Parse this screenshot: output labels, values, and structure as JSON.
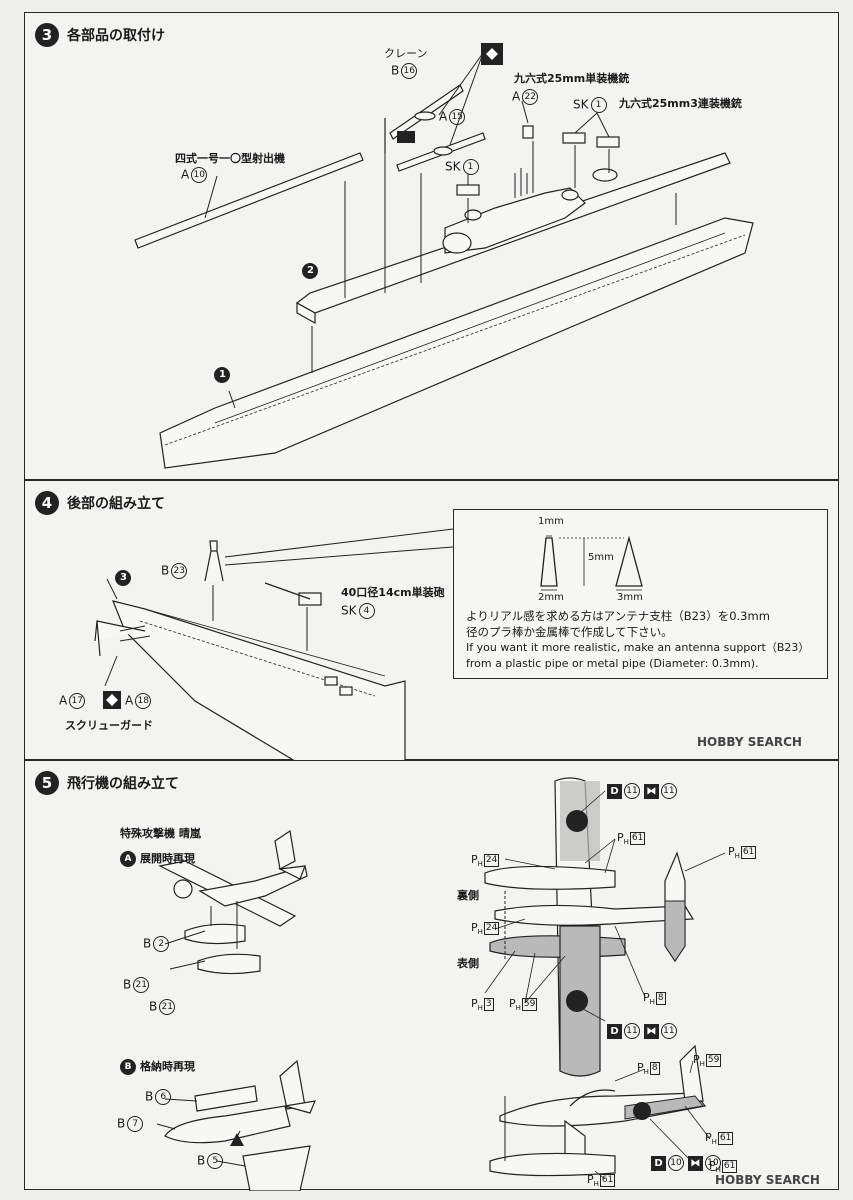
{
  "step3": {
    "number": "3",
    "title": "各部品の取付け",
    "labels": {
      "crane_name": "クレーン",
      "crane_part": "B",
      "crane_num": "16",
      "a15_part": "A",
      "a15_num": "15",
      "gun_single_name": "九六式25mm単装機銃",
      "a22_part": "A",
      "a22_num": "22",
      "sk1_right_part": "SK",
      "sk1_right_num": "1",
      "gun_triple_name": "九六式25mm3連装機銃",
      "sk1_left_part": "SK",
      "sk1_left_num": "1",
      "catapult_name": "四式一号一〇型射出機",
      "a10_part": "A",
      "a10_num": "10",
      "callout_2": "2",
      "callout_1": "1"
    }
  },
  "step4": {
    "number": "4",
    "title": "後部の組み立て",
    "labels": {
      "b23_part": "B",
      "b23_num": "23",
      "callout_3": "3",
      "gun_name": "40口径14cm単装砲",
      "sk4_part": "SK",
      "sk4_num": "4",
      "a17_part": "A",
      "a17_num": "17",
      "a18_part": "A",
      "a18_num": "18",
      "screw_guard": "スクリューガード"
    },
    "note": {
      "dim_top": "1mm",
      "dim_height": "5mm",
      "dim_left_bottom": "2mm",
      "dim_right_bottom": "3mm",
      "jp_line1": "よりリアル感を求める方はアンテナ支柱（B23）を0.3mm",
      "jp_line2": "径のプラ棒か金属棒で作成して下さい。",
      "en_line1": "If you want it more realistic,  make an antenna support（B23）",
      "en_line2": "from a plastic pipe or metal pipe (Diameter: 0.3mm)."
    }
  },
  "step5": {
    "number": "5",
    "title": "飛行機の組み立て",
    "aircraft_name": "特殊攻撃機 晴嵐",
    "variant_a_letter": "A",
    "variant_a_title": "展開時再現",
    "variant_b_letter": "B",
    "variant_b_title": "格納時再現",
    "parts_a": [
      {
        "part": "B",
        "num": "2"
      },
      {
        "part": "B",
        "num": "21"
      },
      {
        "part": "B",
        "num": "21"
      }
    ],
    "parts_b": [
      {
        "part": "B",
        "num": "6"
      },
      {
        "part": "B",
        "num": "7"
      },
      {
        "part": "B",
        "num": "5"
      }
    ],
    "decal_top": {
      "d": "D",
      "n1": "11",
      "n2": "11"
    },
    "decal_bottom": {
      "d": "D",
      "n1": "11",
      "n2": "11"
    },
    "decal_side": {
      "d": "D",
      "n1": "10",
      "n2": "10"
    },
    "underside_label": "裏側",
    "topside_label": "表側",
    "paint_prefix": "P",
    "paint_sub": "H",
    "paints": {
      "p24a": "24",
      "p61a": "61",
      "p61b": "61",
      "p24b": "24",
      "p8a": "8",
      "p3": "3",
      "p59a": "59",
      "p8b": "8",
      "p59b": "59",
      "p61c": "61",
      "p61d": "61",
      "p61e": "61"
    }
  },
  "watermark_top": "HOBBY SEARCH",
  "watermark_bottom": "HOBBY SEARCH",
  "colors": {
    "ink": "#1a1a1a",
    "paper": "#f3f3f1",
    "gray_paint": "#b9b9b9"
  }
}
